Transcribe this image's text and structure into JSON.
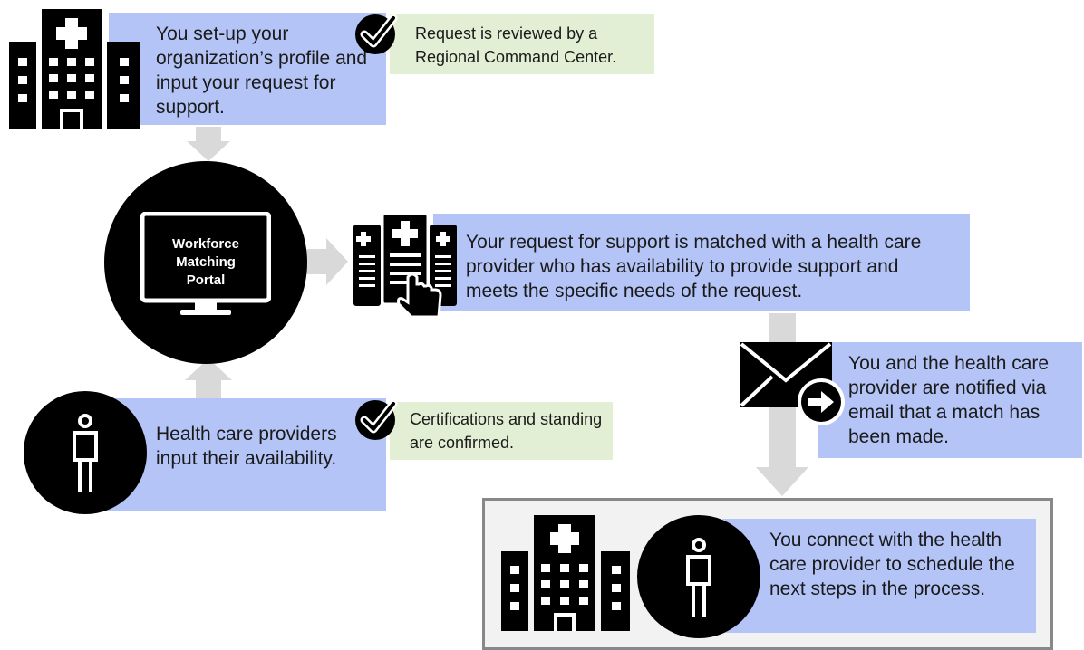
{
  "steps": {
    "profile": "You set-up your organization’s profile and input your request for support.",
    "reviewed": "Request is reviewed by a Regional Command Center.",
    "portal": [
      "Workforce",
      "Matching",
      "Portal"
    ],
    "matched": "Your request for support is matched with a health care provider who has availability to provide support and meets the specific needs of the request.",
    "notified": "You and the health care provider are notified via email that a match has been made.",
    "providers": "Health care providers input their availability.",
    "confirmed": "Certifications and standing are confirmed.",
    "connect": "You connect with the health care provider to schedule the next steps in the process."
  },
  "icons": {
    "hospital_top": "hospital-icon",
    "checkmark_top": "checkmark-circle-icon",
    "monitor": "monitor-icon",
    "medical_records": "medical-records-touch-icon",
    "email": "envelope-arrow-icon",
    "person_left": "person-icon",
    "checkmark_bottom": "checkmark-circle-icon",
    "hospital_bottom": "hospital-icon",
    "person_bottom": "person-icon"
  },
  "colors": {
    "blue_box": "#b4c4f7",
    "green_box": "#e2efd5",
    "arrow": "#d9d9d9",
    "icon": "#000000",
    "final_panel_border": "#888888",
    "final_panel_bg": "#f2f2f2"
  }
}
